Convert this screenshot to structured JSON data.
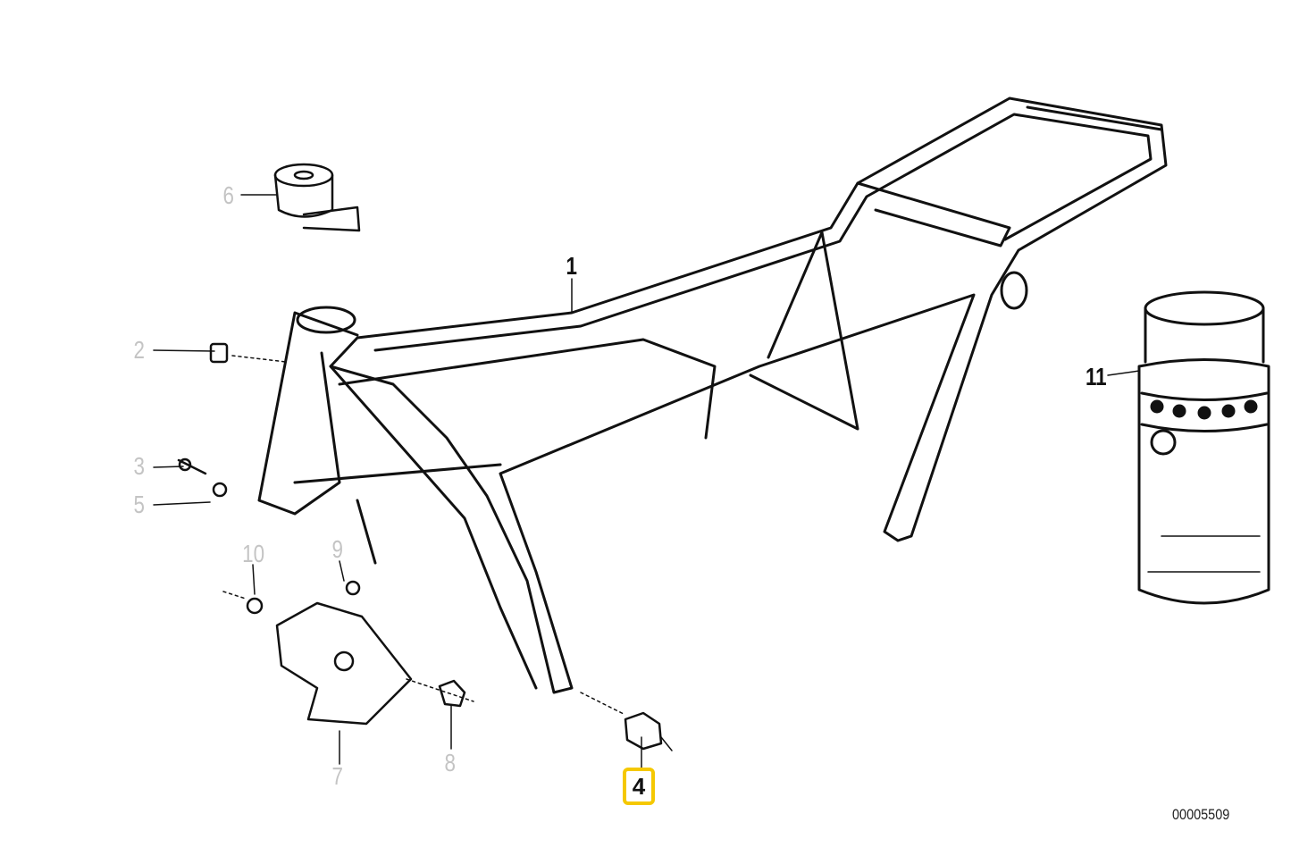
{
  "diagram": {
    "highlight_color": "#f5c800",
    "part_labels": {
      "p1": "1",
      "p2": "2",
      "p3": "3",
      "p4": "4",
      "p5": "5",
      "p6": "6",
      "p7": "7",
      "p8": "8",
      "p9": "9",
      "p10": "10",
      "p11": "11"
    },
    "highlighted_part": "4",
    "diagram_code": "00005509"
  }
}
